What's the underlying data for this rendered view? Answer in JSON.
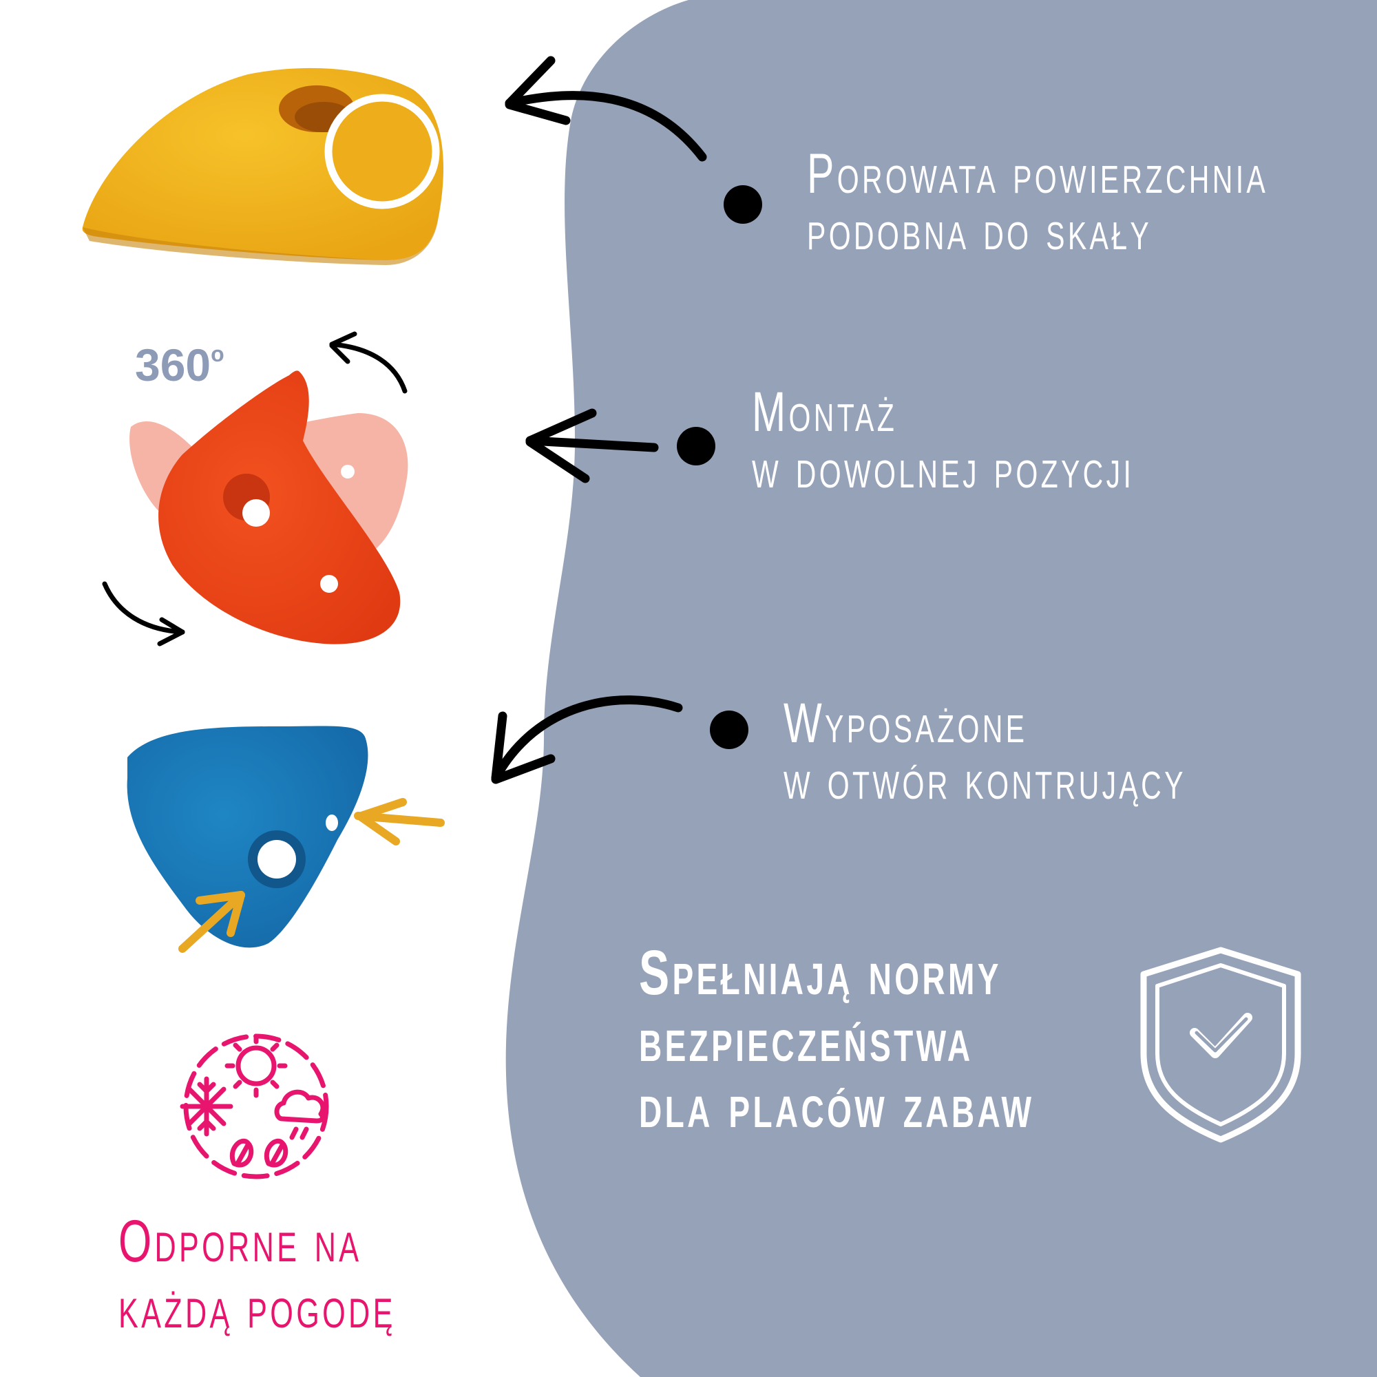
{
  "features": [
    {
      "line1": "Porowata powierzchnia",
      "line2": "podobna do skały"
    },
    {
      "line1": "Montaż",
      "line2": "w dowolnej pozycji"
    },
    {
      "line1": "Wyposażone",
      "line2": "w otwór kontrujący"
    }
  ],
  "safety": {
    "line1": "Spełniają normy",
    "line2": "bezpieczeństwa",
    "line3": "dla placów zabaw"
  },
  "weather": {
    "line1": "Odporne na",
    "line2": "każdą pogodę"
  },
  "rotation_label": "360",
  "rotation_unit": "o",
  "colors": {
    "panel": "#96a2b8",
    "yellow_hold": "#f0b01c",
    "red_hold": "#f0461c",
    "blue_hold": "#1a79b7",
    "weather_accent": "#e8156f",
    "arrow_accent": "#e8a823"
  },
  "icons": [
    "arrow-icon",
    "shield-check-icon",
    "weather-icon",
    "bullet-icon"
  ]
}
